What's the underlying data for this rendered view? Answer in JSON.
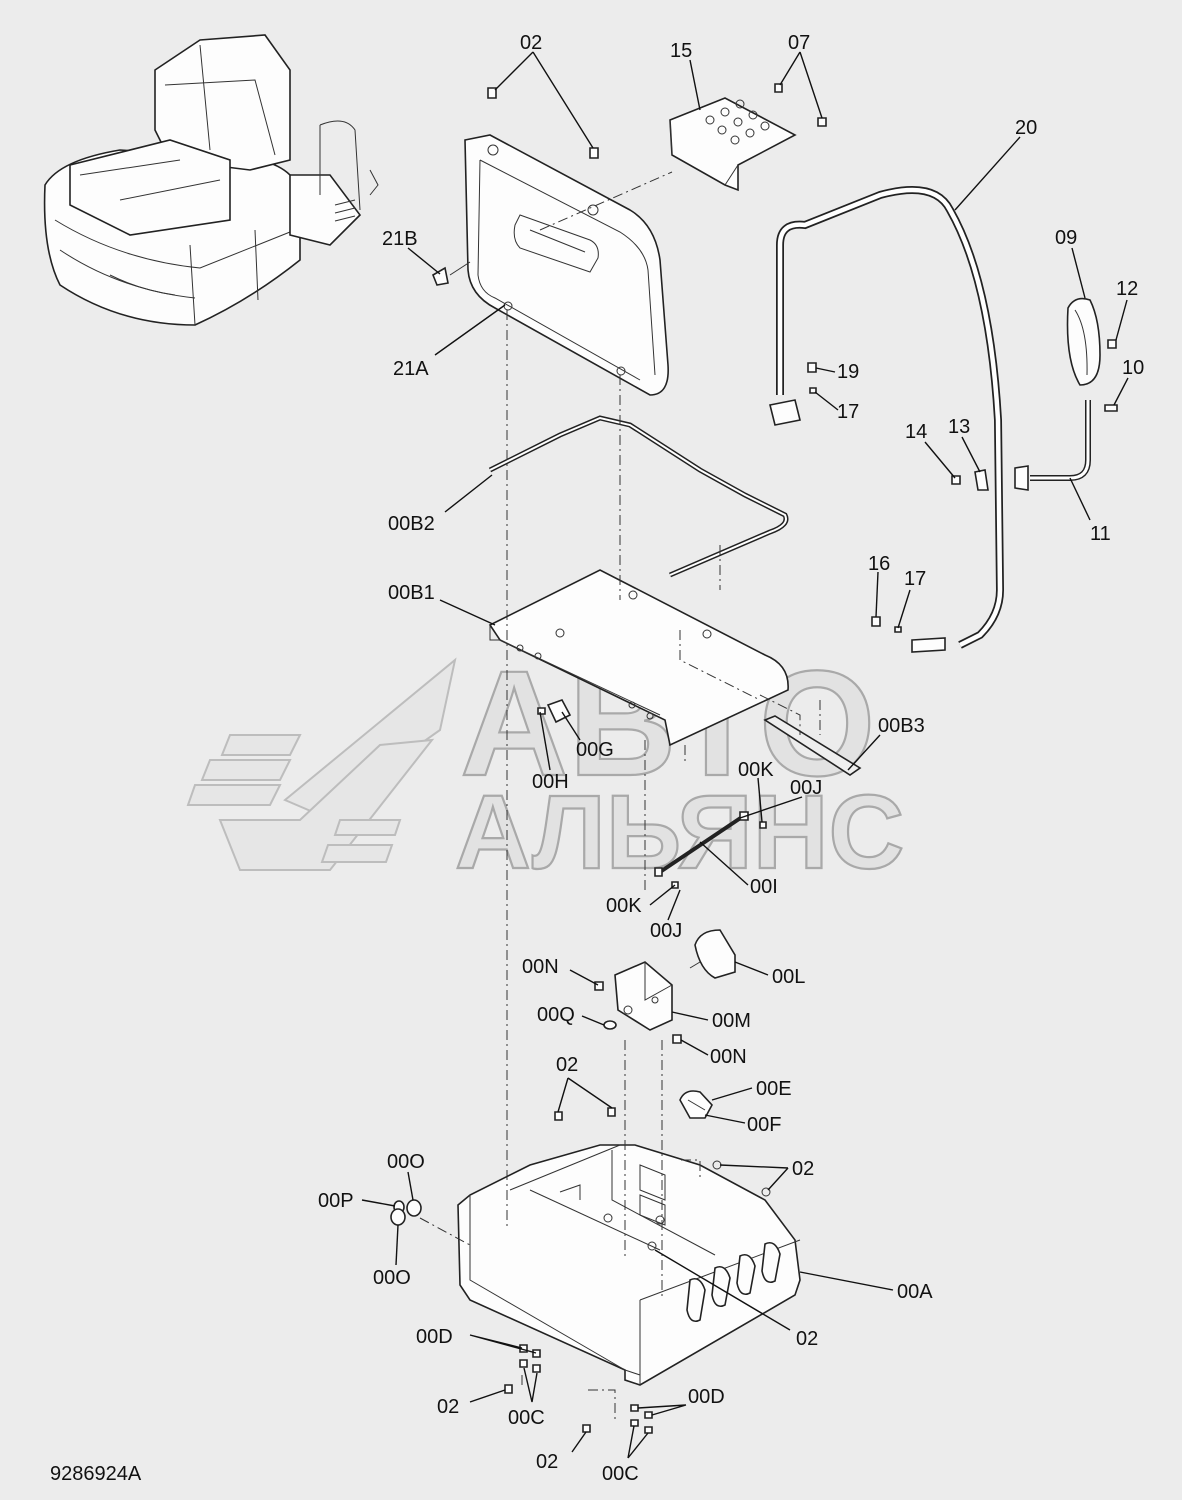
{
  "drawing_number": "9286924A",
  "watermark": {
    "line1": "АВТО",
    "line2": "АЛЬЯНС"
  },
  "callouts": {
    "c02_top": "02",
    "c15": "15",
    "c07": "07",
    "c20": "20",
    "c21B": "21B",
    "c21A": "21A",
    "c09": "09",
    "c12": "12",
    "c19": "19",
    "c17a": "17",
    "c10": "10",
    "c14": "14",
    "c13": "13",
    "c11": "11",
    "c00B2": "00B2",
    "c16": "16",
    "c17b": "17",
    "c00B1": "00B1",
    "c00B3": "00B3",
    "c00G": "00G",
    "c00H": "00H",
    "c00K_a": "00K",
    "c00J_a": "00J",
    "c00I": "00I",
    "c00K_b": "00K",
    "c00J_b": "00J",
    "c00N_a": "00N",
    "c00L": "00L",
    "c00Q": "00Q",
    "c00M": "00M",
    "c00N_b": "00N",
    "c02_mid": "02",
    "c00E": "00E",
    "c00F": "00F",
    "c00O_a": "00O",
    "c02_right": "02",
    "c00P": "00P",
    "c00A": "00A",
    "c00O_b": "00O",
    "c02_lower": "02",
    "c00D_a": "00D",
    "c02_bl": "02",
    "c00C_a": "00C",
    "c00D_b": "00D",
    "c02_bottom": "02",
    "c00C_b": "00C"
  }
}
